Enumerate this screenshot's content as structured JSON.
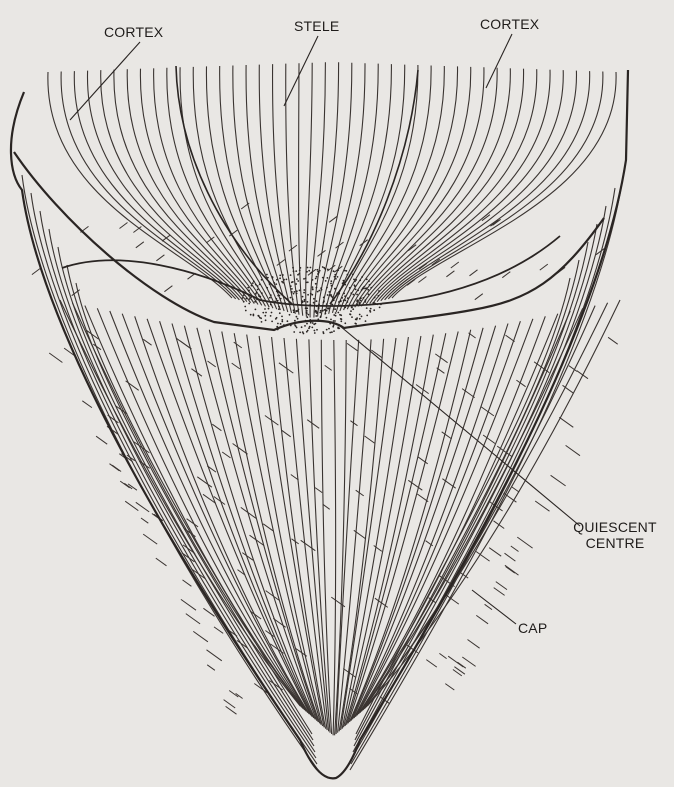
{
  "labels": {
    "cortex_left": "CORTEX",
    "stele": "STELE",
    "cortex_right": "CORTEX",
    "quiescent_line1": "QUIESCENT",
    "quiescent_line2": "CENTRE",
    "cap": "CAP"
  },
  "colors": {
    "background": "#e9e7e4",
    "ink": "#2a2523",
    "fine_line": "#3a3431"
  }
}
